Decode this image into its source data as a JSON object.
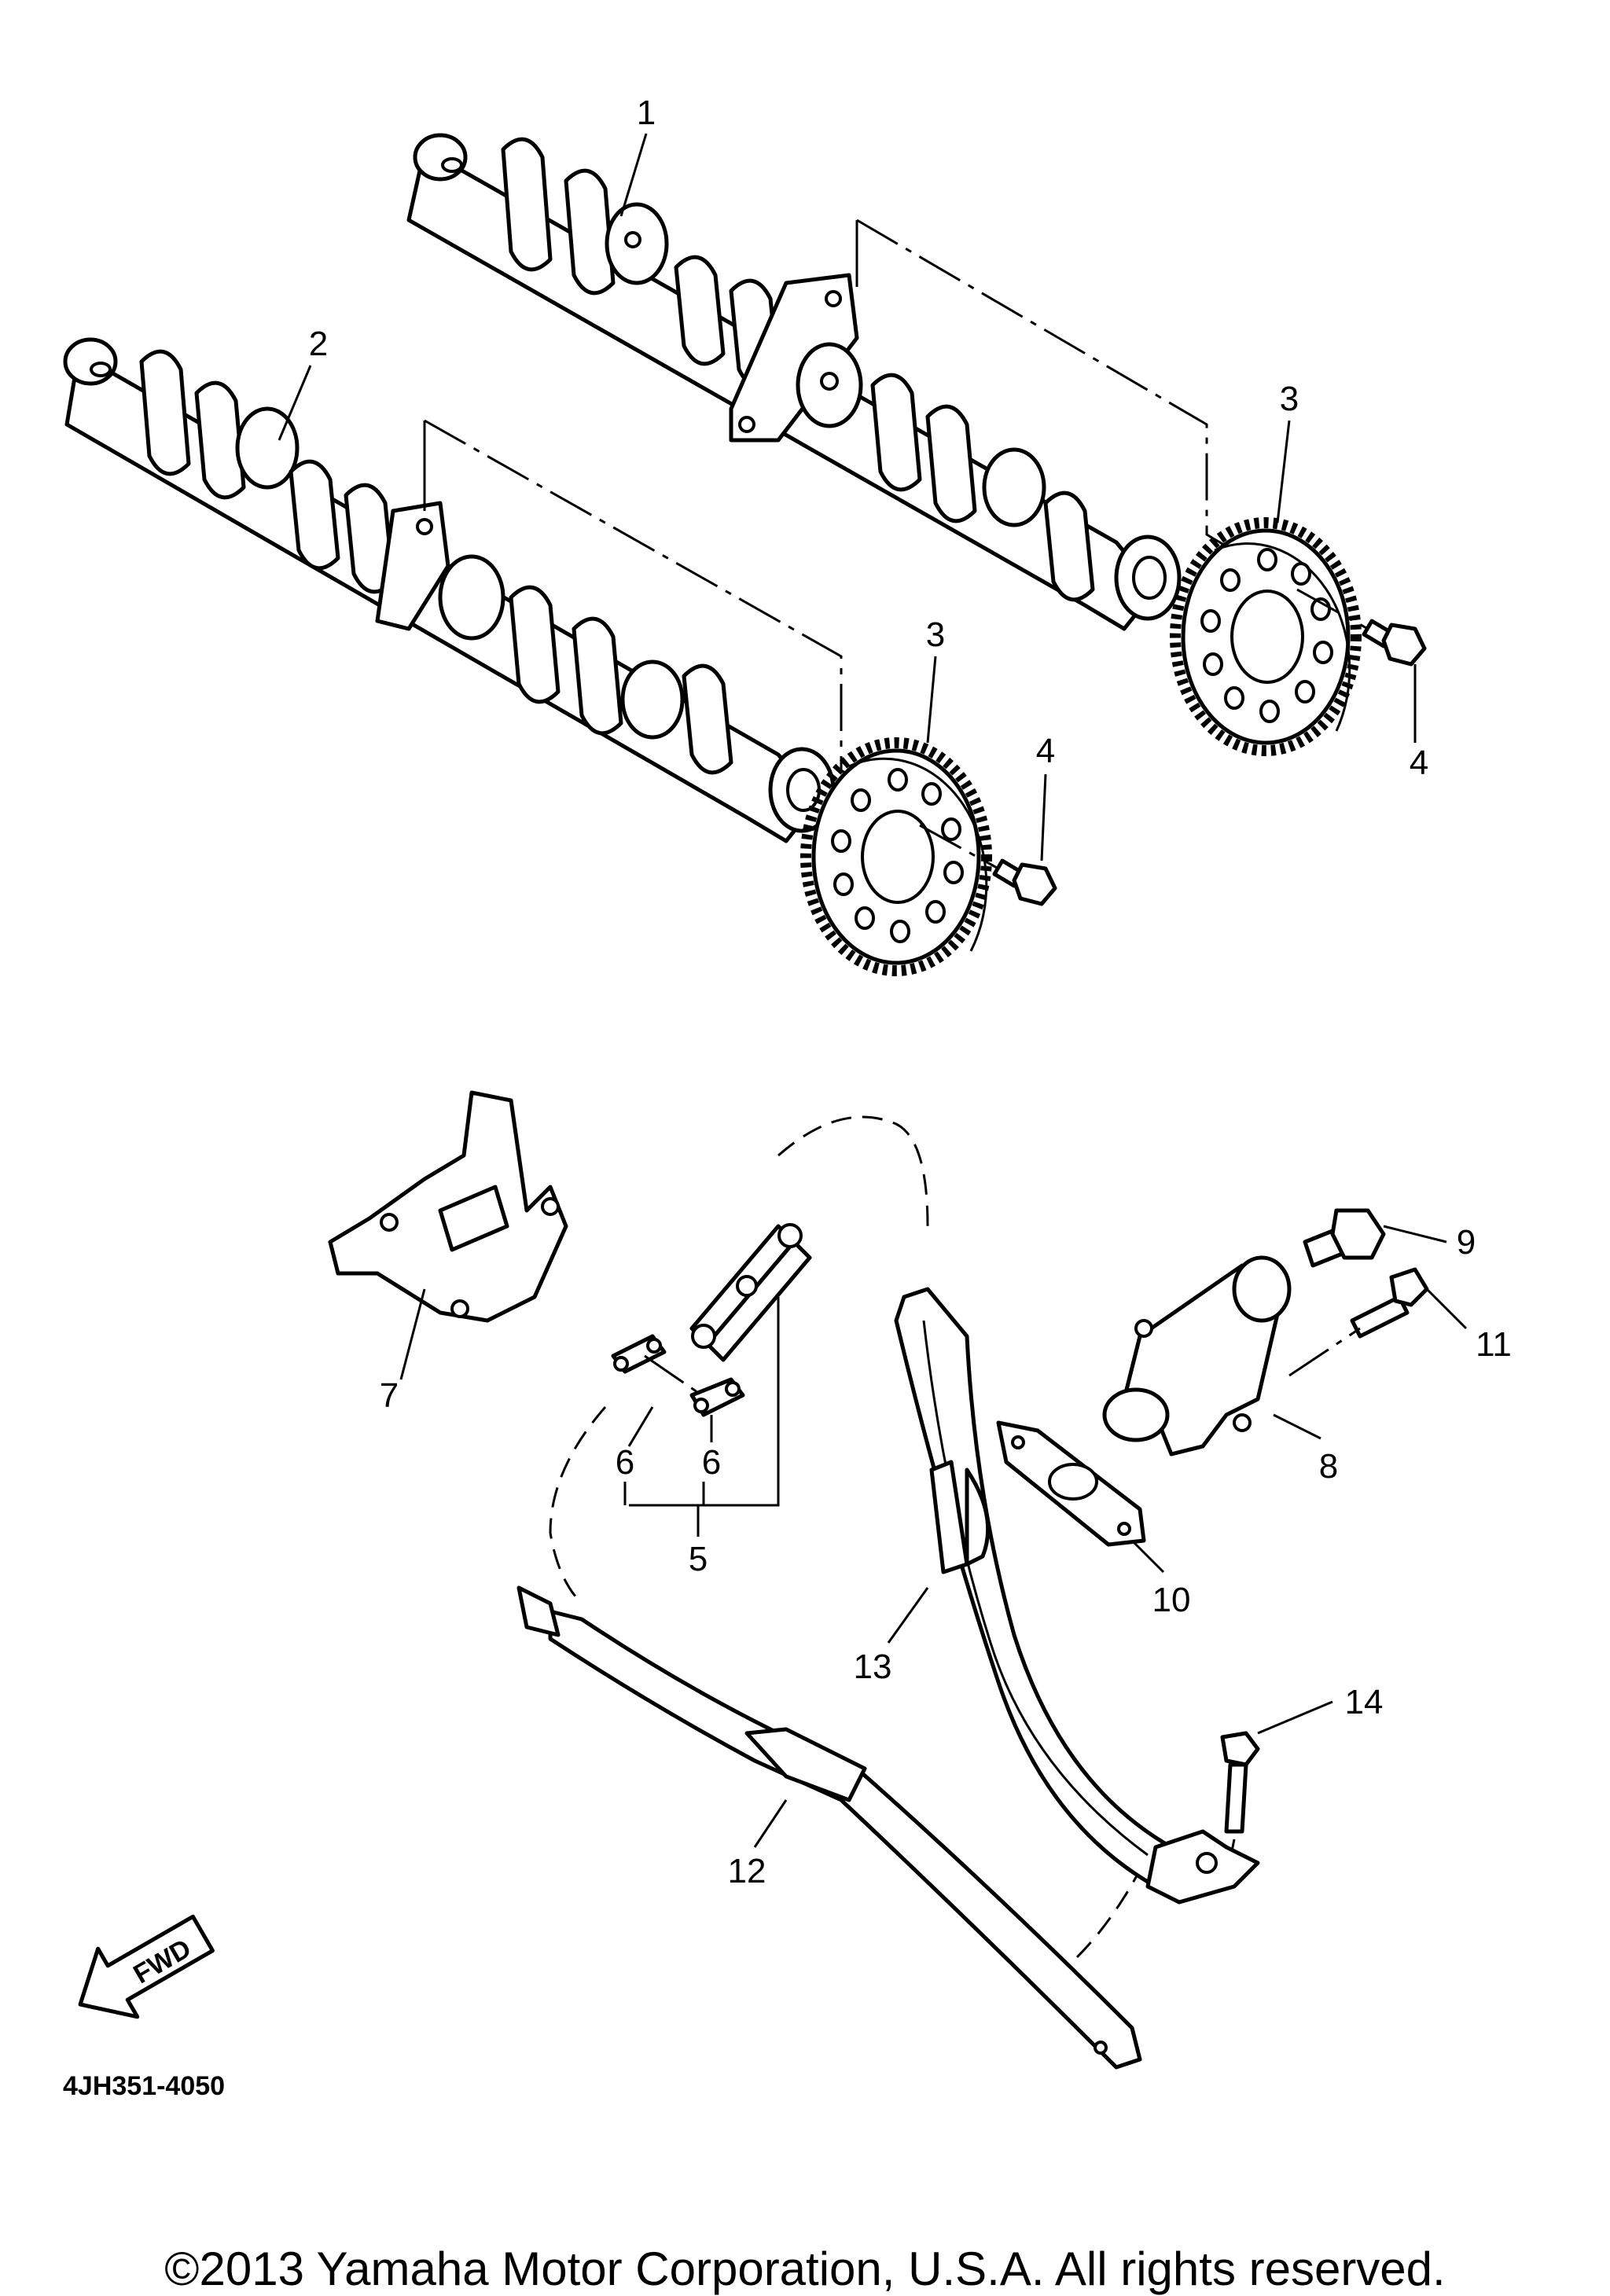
{
  "diagram": {
    "callouts": [
      "1",
      "2",
      "3",
      "3",
      "4",
      "4",
      "5",
      "6",
      "6",
      "7",
      "8",
      "9",
      "10",
      "11",
      "12",
      "13",
      "14"
    ],
    "direction_badge": "FWD",
    "drawing_code": "4JH351-4050"
  },
  "footer": {
    "copyright": "©2013 Yamaha Motor Corporation, U.S.A. All rights reserved."
  }
}
